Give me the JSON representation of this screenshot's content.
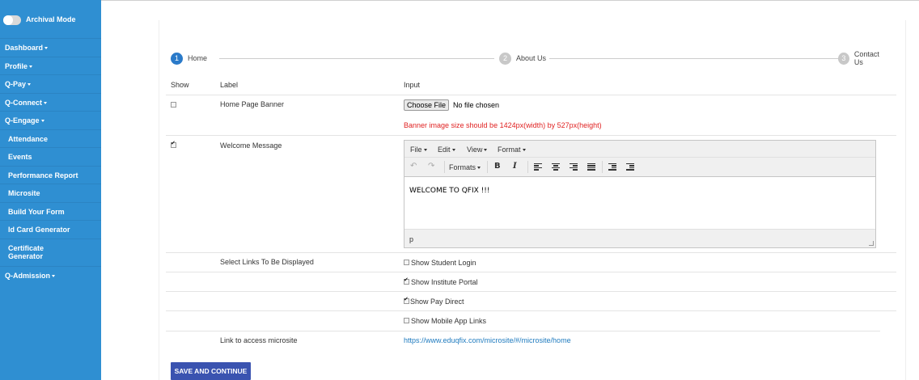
{
  "sidebar": {
    "archival_label": "Archival Mode",
    "items": [
      {
        "label": "Dashboard",
        "dropdown": true
      },
      {
        "label": "Profile",
        "dropdown": true
      },
      {
        "label": "Q-Pay",
        "dropdown": true
      },
      {
        "label": "Q-Connect",
        "dropdown": true
      },
      {
        "label": "Q-Engage",
        "dropdown": true
      },
      {
        "label": "Attendance",
        "sub": true
      },
      {
        "label": "Events",
        "sub": true
      },
      {
        "label": "Performance Report",
        "sub": true
      },
      {
        "label": "Microsite",
        "sub": true
      },
      {
        "label": "Build Your Form",
        "sub": true
      },
      {
        "label": "Id Card Generator",
        "sub": true
      },
      {
        "label": "Certificate Generator",
        "sub": true
      },
      {
        "label": "Q-Admission",
        "dropdown": true
      }
    ]
  },
  "steps": [
    {
      "num": "1",
      "label": "Home",
      "active": true
    },
    {
      "num": "2",
      "label": "About Us",
      "active": false
    },
    {
      "num": "3",
      "label": "Contact Us",
      "active": false
    }
  ],
  "table": {
    "headers": {
      "show": "Show",
      "label": "Label",
      "input": "Input"
    },
    "banner": {
      "label": "Home Page Banner",
      "checked": false,
      "choose_button": "Choose File",
      "no_file": "No file chosen",
      "warning": "Banner image size should be 1424px(width) by 527px(height)"
    },
    "welcome": {
      "label": "Welcome Message",
      "checked": true,
      "editor": {
        "menus": [
          "File",
          "Edit",
          "View",
          "Format"
        ],
        "formats_label": "Formats",
        "bold_label": "B",
        "italic_label": "I",
        "content": "WELCOME TO QFIX !!!",
        "status_path": "p"
      }
    },
    "links": {
      "label": "Select Links To Be Displayed",
      "options": [
        {
          "label": "Show Student Login",
          "checked": false
        },
        {
          "label": "Show Institute Portal",
          "checked": true
        },
        {
          "label": "Show Pay Direct",
          "checked": true
        },
        {
          "label": "Show Mobile App Links",
          "checked": false
        }
      ]
    },
    "microsite": {
      "label": "Link to access microsite",
      "url": "https://www.eduqfix.com/microsite/#/microsite/home"
    }
  },
  "save_button": "SAVE AND CONTINUE",
  "colors": {
    "sidebar_bg": "#2f8fd2",
    "active_step": "#2a7ac9",
    "warning": "#e02222",
    "link": "#1f7bbf",
    "save_button": "#3a53b0"
  }
}
